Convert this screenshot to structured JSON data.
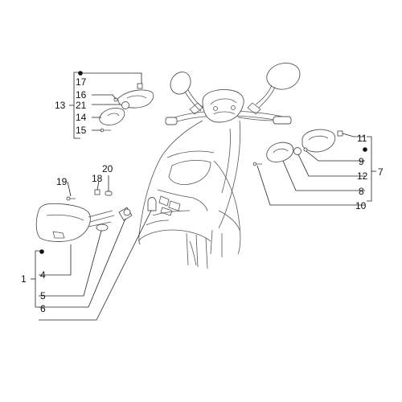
{
  "labels": {
    "p1": "1",
    "p4": "4",
    "p5": "5",
    "p6": "6",
    "p7": "7",
    "p8": "8",
    "p9": "9",
    "p10": "10",
    "p11": "11",
    "p12": "12",
    "p13": "13",
    "p14": "14",
    "p15": "15",
    "p16": "16",
    "p17": "17",
    "p18": "18",
    "p19": "19",
    "p20": "20",
    "p21": "21"
  }
}
